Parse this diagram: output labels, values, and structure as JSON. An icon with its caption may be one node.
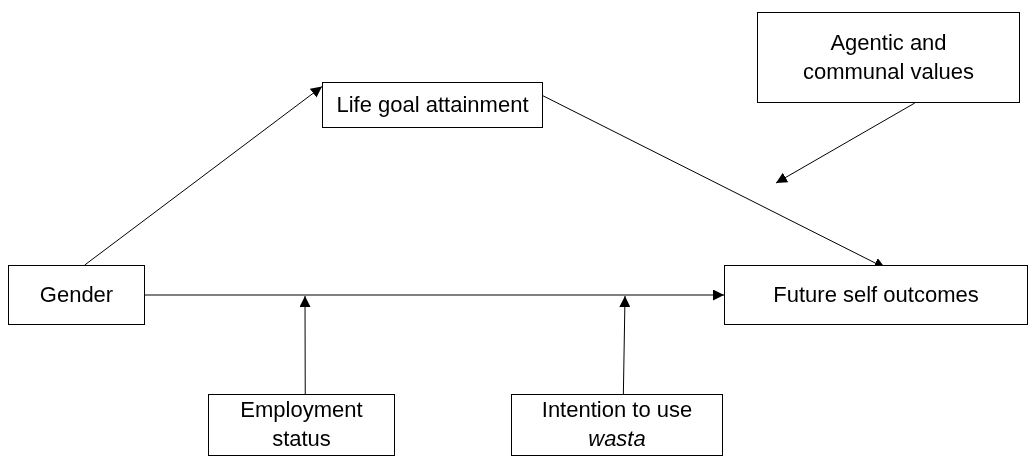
{
  "diagram": {
    "nodes": [
      {
        "text": [
          "Life goal attainment"
        ]
      },
      {
        "text": [
          "Agentic and communal values"
        ]
      },
      {
        "text": [
          "Gender"
        ]
      },
      {
        "text": [
          "Future self outcomes"
        ]
      },
      {
        "text": [
          "Employment status"
        ]
      },
      {
        "text": [
          "Intention to use *wasta*"
        ]
      }
    ],
    "edges": [
      {
        "from": 2,
        "to": 0,
        "arrow": "to"
      },
      {
        "from": 0,
        "to": 3,
        "arrow": "to"
      },
      {
        "from": 2,
        "to": 3,
        "arrow": "to"
      },
      {
        "from": 1,
        "to": null,
        "arrow": "to"
      },
      {
        "from": 4,
        "to": null,
        "arrow": "to"
      },
      {
        "from": 5,
        "to": null,
        "arrow": "to"
      }
    ]
  }
}
